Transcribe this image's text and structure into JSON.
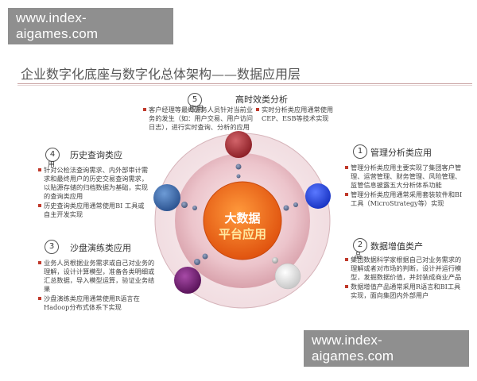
{
  "watermark_top": "www.index-aigames.com",
  "watermark_bottom": "www.index-aigames.com",
  "title": "企业数字化底座与数字化总体架构——数据应用层",
  "center": {
    "line1": "大数据",
    "line2": "平台应用"
  },
  "colors": {
    "outer_ring": "#f3e3e6",
    "inner_disc": "#e8bfc6",
    "core": "#f06e1e",
    "node_top": "#a8343b",
    "node_left": "#3e6fb1",
    "node_right": "#2b49d6",
    "node_bottom_left": "#7a1f7a",
    "node_bottom_right": "#e0e0e0",
    "bullet": "#c0392b"
  },
  "sections": {
    "s5": {
      "num": "5",
      "title": "高时效类分析",
      "title_wrap": "应用",
      "left_items": [
        "客户经理等最终业务人员针对当前业务的发生（如：用户交易、用户访问日志），进行实时查询、分析的应用"
      ],
      "right_items": [
        "实时分析类应用通常使用CEP、ESB等技术实现"
      ]
    },
    "s4": {
      "num": "4",
      "title": "历史查询类应",
      "title_wrap": "用",
      "items": [
        "针对公检法查询需求、内外部审计需求和最终用户的历史交易查询需求，以贴源存储的归档数据为基础，实现的查询类应用",
        "历史查询类应用通常使用BI 工具或自主开发实现"
      ]
    },
    "s1": {
      "num": "1",
      "title": "管理分析类应用",
      "items": [
        "管理分析类应用主要实现了集团客户管理、运营管理、财务管理、风险管理、监管信息披露五大分析体系功能",
        "管理分析类应用通常采用套装软件和BI工具（MicroStrategy等）实现"
      ]
    },
    "s3": {
      "num": "3",
      "title": "沙盘演练类应用",
      "items": [
        "业务人员根据业务需求或自己对业务的理解，设计计算模型，准备各类明细或汇总数据，导入模型运算，验证业务结果",
        "沙盘演练类应用通常使用R语言在Hadoop分布式体系下实现"
      ]
    },
    "s2": {
      "num": "2",
      "title": "数据增值类产",
      "title_wrap": "品",
      "items": [
        "集团数据科学家根据自己对业务需求的理解或者对市场的判断，设计并运行模型，发掘数据价值，并封装成商业产品",
        "数据增值产品通常采用R语言和BI工具实现，面向集团内外部用户"
      ]
    }
  }
}
